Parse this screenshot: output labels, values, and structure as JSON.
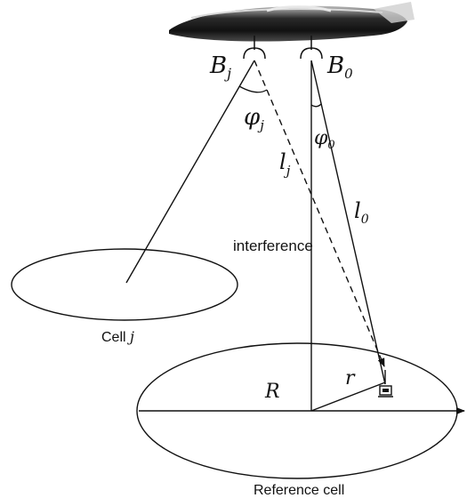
{
  "labels": {
    "bj": {
      "main": "B",
      "sub": "j"
    },
    "b0": {
      "main": "B",
      "sub": "0"
    },
    "phi_j": {
      "main": "φ",
      "sub": "j"
    },
    "phi_0": {
      "main": "φ",
      "sub": "0"
    },
    "l_j": {
      "main": "l",
      "sub": "j"
    },
    "l_0": {
      "main": "l",
      "sub": "0"
    },
    "interference": "interference",
    "cell_j": {
      "text": "Cell ",
      "italic": "j"
    },
    "r": "r",
    "R": "R",
    "reference_cell": "Reference cell"
  },
  "colors": {
    "line": "#111111",
    "airship_body": "#2a2a2a",
    "airship_highlight": "#9a9a9a"
  }
}
